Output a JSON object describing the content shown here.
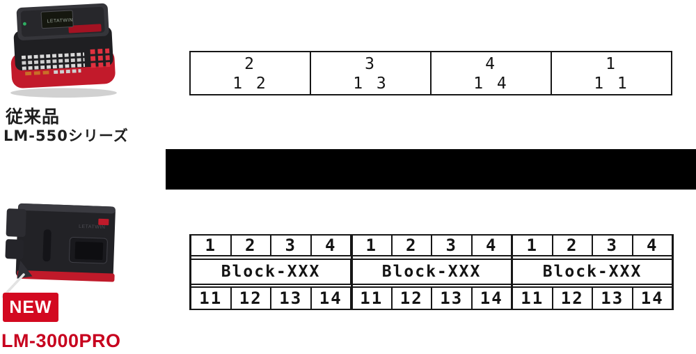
{
  "colors": {
    "brand_red": "#d30920",
    "name_red": "#c7001e",
    "divider_black": "#000000",
    "table_border": "#161616"
  },
  "old_product": {
    "category_label": "従来品",
    "model": "LM-550シリーズ",
    "printer_brand_text": "LETATWIN",
    "sample_strip": {
      "cells": [
        {
          "line1": "2",
          "line2": "1 2"
        },
        {
          "line1": "3",
          "line2": "1 3"
        },
        {
          "line1": "4",
          "line2": "1 4"
        },
        {
          "line1": "1",
          "line2": "1 1"
        }
      ]
    }
  },
  "new_product": {
    "badge": "NEW",
    "name": "LM-3000PRO",
    "sample_table": {
      "header_row": {
        "groups": [
          [
            "1",
            "2",
            "3",
            "4"
          ],
          [
            "1",
            "2",
            "3",
            "4"
          ],
          [
            "1",
            "2",
            "3",
            "4"
          ]
        ]
      },
      "block_row": {
        "groups": [
          "Block-XXX",
          "Block-XXX",
          "Block-XXX"
        ]
      },
      "footer_row": {
        "groups": [
          [
            "11",
            "12",
            "13",
            "14"
          ],
          [
            "11",
            "12",
            "13",
            "14"
          ],
          [
            "11",
            "12",
            "13",
            "14"
          ]
        ]
      }
    }
  }
}
